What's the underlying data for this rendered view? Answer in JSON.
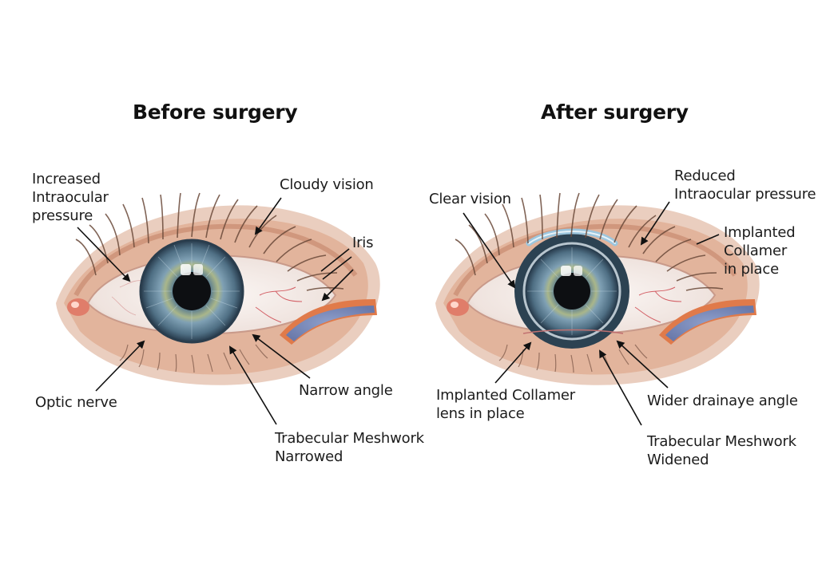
{
  "colors": {
    "background": "#ffffff",
    "skin": "#d9a58a",
    "skin_light": "#efcdb9",
    "lash": "#6b4a3a",
    "sclera": "#f6efec",
    "iris_outer": "#2e4a5c",
    "iris_mid": "#6f93a8",
    "iris_inner_ring": "#b9b77a",
    "pupil": "#0d0f12",
    "lens_blue": "#9cc6de",
    "vessel_red": "#c8303a",
    "duct_blue": "#7d8fc0",
    "duct_edge": "#e07a4a",
    "arrow": "#111111"
  },
  "panels": [
    {
      "id": "before",
      "title": "Before surgery",
      "labels": [
        {
          "id": "increased-iop",
          "text": "Increased\nIntraocular\npressure"
        },
        {
          "id": "cloudy-vision",
          "text": "Cloudy vision"
        },
        {
          "id": "iris",
          "text": "Iris"
        },
        {
          "id": "optic-nerve",
          "text": "Optic nerve"
        },
        {
          "id": "narrow-angle",
          "text": "Narrow angle"
        },
        {
          "id": "trabecular-narrowed",
          "text": "Trabecular Meshwork\n Narrowed"
        }
      ]
    },
    {
      "id": "after",
      "title": "After surgery",
      "labels": [
        {
          "id": "clear-vision",
          "text": "Clear vision"
        },
        {
          "id": "reduced-iop",
          "text": "Reduced\nIntraocular pressure"
        },
        {
          "id": "implanted-collamer-upper",
          "text": "Implanted\nCollamer\nin place"
        },
        {
          "id": "implanted-collamer-lens",
          "text": "Implanted Collamer\n lens in place"
        },
        {
          "id": "wider-drainage-angle",
          "text": "Wider drainaye angle"
        },
        {
          "id": "trabecular-widened",
          "text": "Trabecular Meshwork\nWidened"
        }
      ]
    }
  ]
}
